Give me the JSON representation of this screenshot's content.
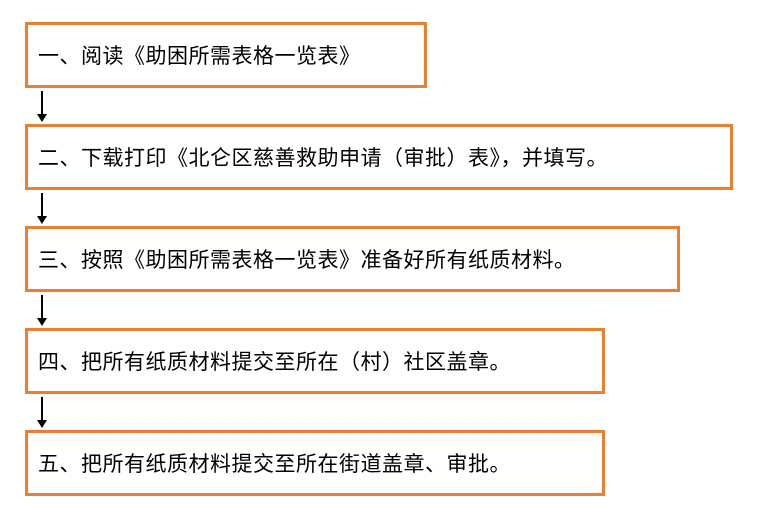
{
  "steps": [
    {
      "label": "一、阅读《助困所需表格一览表》"
    },
    {
      "label": "二、下载打印《北仑区慈善救助申请（审批）表》，并填写。"
    },
    {
      "label": "三、按照《助困所需表格一览表》准备好所有纸质材料。"
    },
    {
      "label": "四、把所有纸质材料提交至所在（村）社区盖章。"
    },
    {
      "label": "五、把所有纸质材料提交至所在街道盖章、审批。"
    }
  ],
  "colors": {
    "box_border": "#ED7D31",
    "arrow": "#000000"
  }
}
